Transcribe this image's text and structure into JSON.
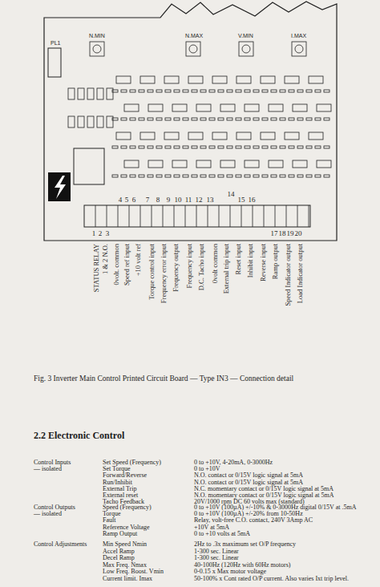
{
  "diagram": {
    "title": "2.2 Electronic Control",
    "caption": "Fig. 3 Inverter Main Control Printed Circuit Board — Type IN3 — Connection detail",
    "labels": [
      "PL1",
      "N.MIN",
      "N.MAX",
      "V.MIN",
      "I.MAX",
      "4",
      "5",
      "6",
      "7",
      "8",
      "9",
      "10",
      "11",
      "12",
      "13",
      "14",
      "15",
      "16",
      "1",
      "2",
      "3",
      "17",
      "18",
      "19",
      "20",
      "STATUS RELAY",
      "1 & 2 N.O.",
      "0volt. common",
      "Speed ref input",
      "+10 volt ref",
      "Torque control input",
      "Frequency error input",
      "Frequency output",
      "Frequency input",
      "D.C. Tacho input",
      "0volt common",
      "External trip input",
      "Reset input",
      "Inhibit input",
      "Reverse input",
      "Ramp output",
      "Speed Indicator output",
      "Load Indicator output",
      "Control Inputs",
      "— isolated",
      "Set Speed (Frequency)",
      "0 to +10V, 4-20mA, 0-3000Hz",
      "Set Torque",
      "0 to +10V",
      "Forward/Reverse",
      "N.O. contact or 0/15V logic signal at 5mA",
      "Run/Inhibit",
      "N.O. contact or 0/15V logic signal at 5mA",
      "External Trip",
      "N.C. momentary contact or 0/15V logic signal at 5mA",
      "External reset",
      "N.O. momentary contact or 0/15V logic signal at 5mA",
      "Tacho Feedback",
      "20V/1000 rpm DC 60 volts max (standard)",
      "Control Outputs",
      "— isolated",
      "Speed (Frequency)",
      "0 to +10V (100µA) +/-10% & 0-3000Hz digital 0/15V at .5mA",
      "Torque",
      "0 to +10V (100µA) +/-20% from 10-50Hz",
      "Fault",
      "Relay, volt-free C.O. contact, 240V 3Amp AC",
      "Reference Voltage",
      "+10V at 5mA",
      "Ramp Output",
      "0 to +10 volts at 5mA",
      "Control Adjustments",
      "Min Speed Nmin",
      "2Hz to .3x maximum set O/P frequency",
      "Accel Ramp",
      "1-300 sec. Linear",
      "Decel Ramp",
      "1-300 sec. Linear",
      "Max Freq. Nmax",
      "40-100Hz (120Hz with 60Hz motors)",
      "Low Freq. Boost. Vmin",
      "0-0.15 x Max motor voltage",
      "Current limit. Imax",
      "50-100% x Cont rated O/P current. Also varies Ixt trip level."
    ]
  }
}
